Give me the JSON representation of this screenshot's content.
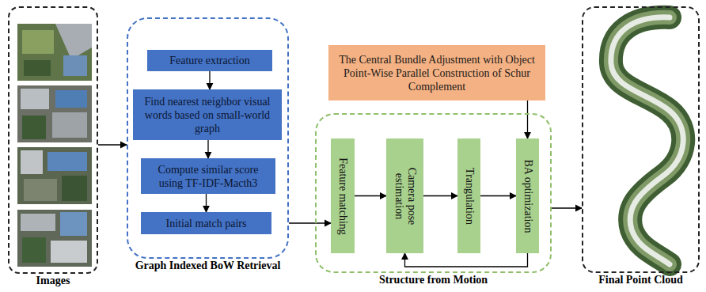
{
  "diagram": {
    "nodes": [
      {
        "text": [
          "Images"
        ]
      },
      {
        "text": [
          "Graph Indexed BoW Retrieval"
        ]
      },
      {
        "text": [
          "Feature extraction"
        ],
        "in": 1
      },
      {
        "text": [
          "Find nearest neighbor visual words based on small-world graph"
        ],
        "in": 1
      },
      {
        "text": [
          "Compute similar score using TF-IDF-Macth3"
        ],
        "in": 1
      },
      {
        "text": [
          "Initial match pairs"
        ],
        "in": 1
      },
      {
        "text": [
          "The Central Bundle Adjustment with Object Point-Wise Parallel Construction of Schur Complement"
        ]
      },
      {
        "text": [
          "Structure from Motion"
        ]
      },
      {
        "text": [
          "Feature matching"
        ],
        "in": 7
      },
      {
        "text": [
          "Camera pose estimation"
        ],
        "in": 7
      },
      {
        "text": [
          "Trangulation"
        ],
        "in": 7
      },
      {
        "text": [
          "BA optimization"
        ],
        "in": 7
      },
      {
        "text": [
          "Final Point Cloud"
        ]
      }
    ],
    "edges": [
      {
        "from": 0,
        "to": 1,
        "arrow": "to"
      },
      {
        "from": 2,
        "to": 3,
        "arrow": "to"
      },
      {
        "from": 3,
        "to": 4,
        "arrow": "to"
      },
      {
        "from": 4,
        "to": 5,
        "arrow": "to"
      },
      {
        "from": 1,
        "to": 8,
        "arrow": "to"
      },
      {
        "from": 8,
        "to": 9,
        "arrow": "to"
      },
      {
        "from": 9,
        "to": 10,
        "arrow": "to"
      },
      {
        "from": 10,
        "to": 11,
        "arrow": "to"
      },
      {
        "from": 11,
        "to": 9,
        "arrow": "to"
      },
      {
        "from": 6,
        "to": 11,
        "arrow": "to"
      },
      {
        "from": 7,
        "to": 12,
        "arrow": "to"
      }
    ]
  }
}
